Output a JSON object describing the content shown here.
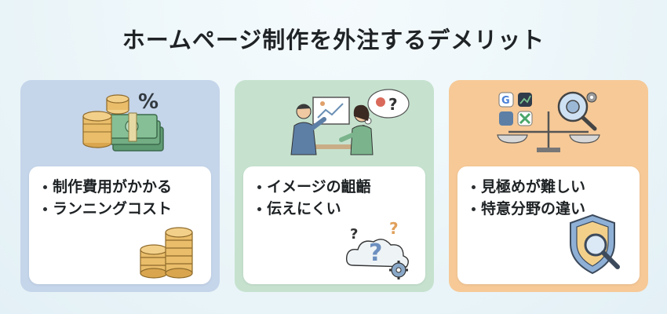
{
  "title": "ホームページ制作を外注するデメリット",
  "colors": {
    "card1_bg": "#c5d5ea",
    "card2_bg": "#c6e2cf",
    "card3_bg": "#f6c997",
    "coin": "#e9bd6a",
    "bill": "#6fa77f"
  },
  "cards": [
    {
      "items": [
        "制作費用がかかる",
        "ランニングコスト"
      ],
      "icons": [
        "coins-stack-icon",
        "money-bills-icon",
        "percent-icon",
        "coins-icon"
      ]
    },
    {
      "items": [
        "イメージの齟齬",
        "伝えにくい"
      ],
      "icons": [
        "meeting-people-icon",
        "presentation-board-icon",
        "thought-bubble-icon",
        "question-cloud-gear-icon"
      ]
    },
    {
      "items": [
        "見極めが難しい",
        "特意分野の違い"
      ],
      "icons": [
        "app-tiles-icon",
        "magnifier-gear-icon",
        "balance-scale-icon",
        "shield-magnifier-icon"
      ],
      "balance_tile_letter": "G"
    }
  ]
}
